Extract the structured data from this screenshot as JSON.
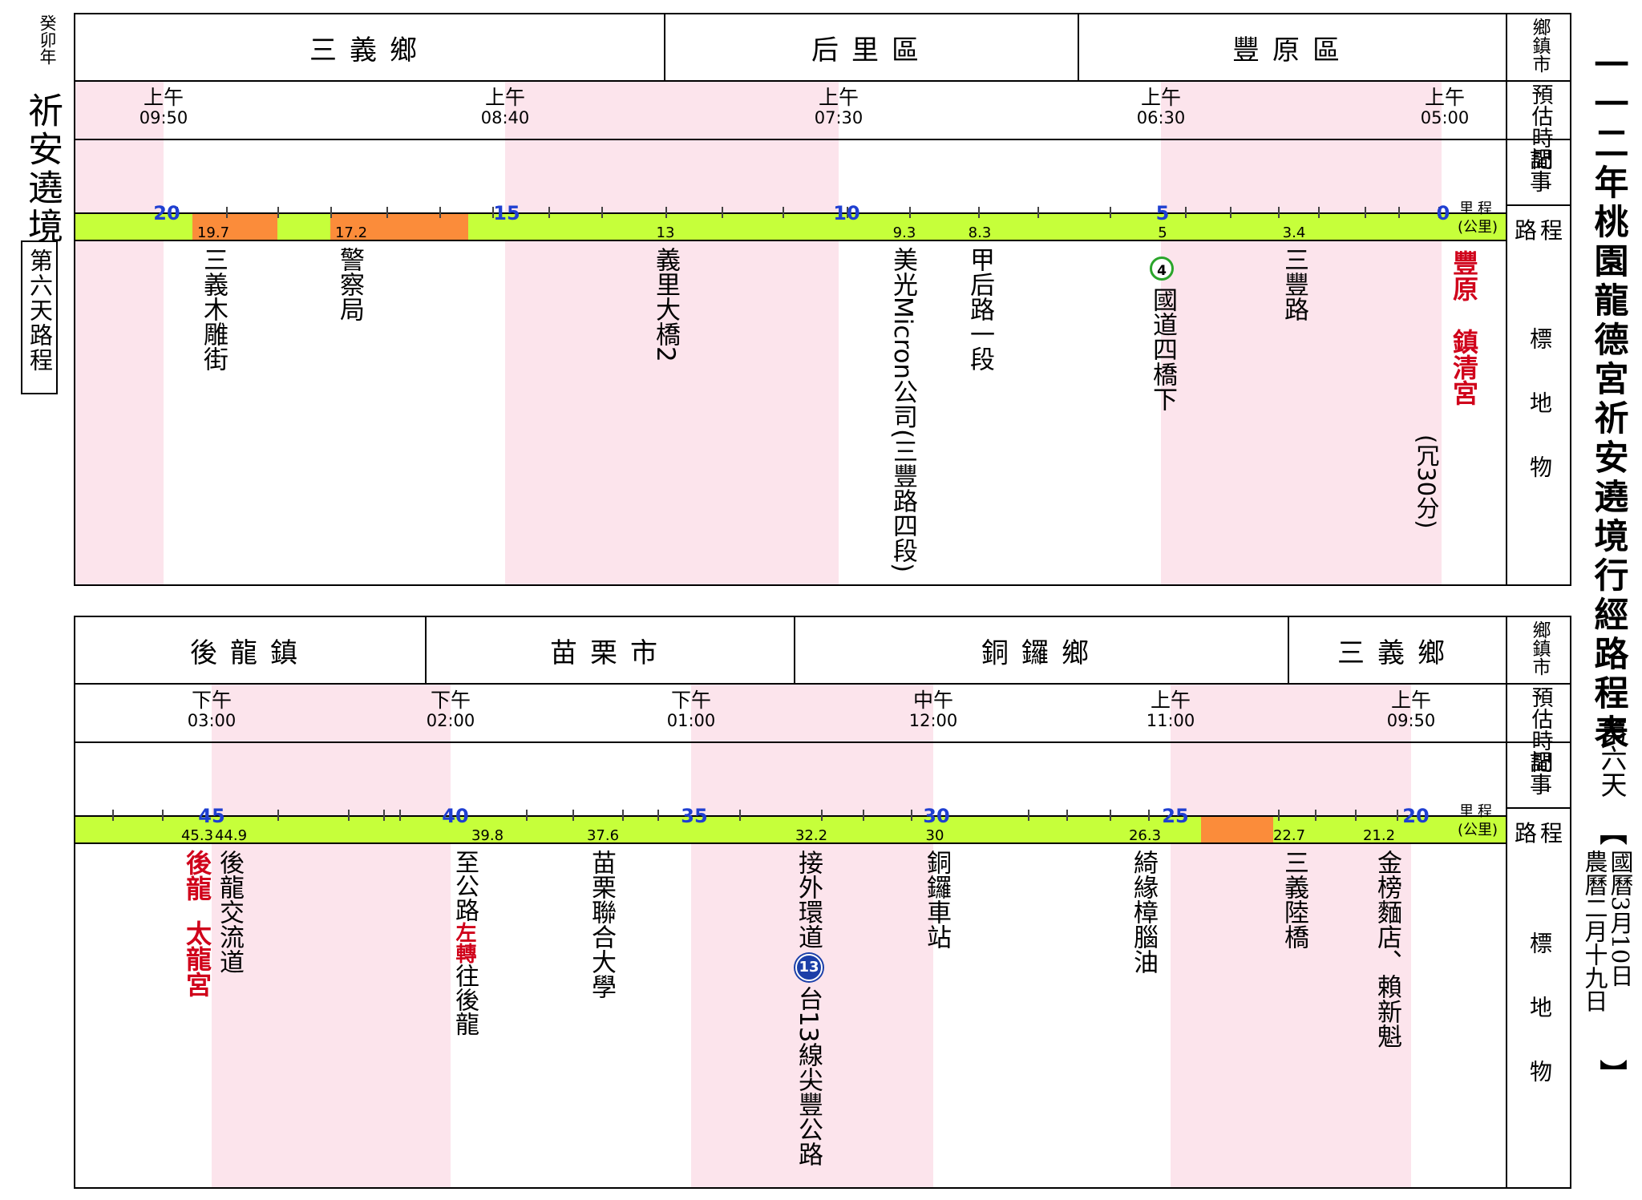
{
  "side_left": {
    "year": "癸卯年",
    "title": "祈安遶境",
    "box": "第六天路程"
  },
  "side_right": {
    "title": "一一二年桃園龍德宮祈安遶境行經路程表",
    "day": "第六天",
    "bracket_open": "【",
    "date_left": "國曆3月10日",
    "date_right": "農曆二月十九日",
    "bracket_close": "】"
  },
  "row_labels": {
    "township": "鄉鎮市",
    "time": "預估時間",
    "notes": "記事",
    "route": "路程",
    "km_label_1": "里程",
    "km_label_2": "(公里)",
    "landmark": "標地物"
  },
  "panel1": {
    "townships": [
      "三義鄉",
      "后里區",
      "豐原區"
    ],
    "times": [
      {
        "ap": "上午",
        "hm": "09:50"
      },
      {
        "ap": "上午",
        "hm": "08:40"
      },
      {
        "ap": "上午",
        "hm": "07:30"
      },
      {
        "ap": "上午",
        "hm": "06:30"
      },
      {
        "ap": "上午",
        "hm": "05:00"
      }
    ],
    "km_major": [
      "20",
      "15",
      "10",
      "5",
      "0"
    ],
    "km_minor": [
      "19.7",
      "17.2",
      "13",
      "9.3",
      "8.3",
      "5",
      "3.4"
    ],
    "landmarks": {
      "l1": "三義木雕街",
      "l2": "警察局",
      "l3": "義里大橋2",
      "l4": "美光Micron公司(三豐路四段)",
      "l5": "甲后路一段",
      "l6_badge": "4",
      "l6": "國道四橋下",
      "l7": "三豐路",
      "l8a": "豐原",
      "l8b": "鎮清宮",
      "l8c": "(冗30分)"
    }
  },
  "panel2": {
    "townships": [
      "後龍鎮",
      "苗栗市",
      "銅鑼鄉",
      "三義鄉"
    ],
    "times": [
      {
        "ap": "下午",
        "hm": "03:00"
      },
      {
        "ap": "下午",
        "hm": "02:00"
      },
      {
        "ap": "下午",
        "hm": "01:00"
      },
      {
        "ap": "中午",
        "hm": "12:00"
      },
      {
        "ap": "上午",
        "hm": "11:00"
      },
      {
        "ap": "上午",
        "hm": "09:50"
      }
    ],
    "km_major": [
      "45",
      "40",
      "35",
      "30",
      "25",
      "20"
    ],
    "km_minor": [
      "45.3",
      "44.9",
      "39.8",
      "37.6",
      "32.2",
      "30",
      "26.3",
      "22.7",
      "21.2"
    ],
    "landmarks": {
      "l1a": "後龍",
      "l1b": "太龍宮",
      "l2": "後龍交流道",
      "l3a": "至公路",
      "l3b": "左轉",
      "l3c": "往後龍",
      "l4": "苗栗聯合大學",
      "l5a": "接外環道",
      "l5_badge": "13",
      "l5b": "台13線尖豐公路",
      "l6": "銅鑼車站",
      "l7": "綺緣樟腦油",
      "l8": "三義陸橋",
      "l9": "金榜麵店、賴新魁"
    }
  },
  "colors": {
    "road": "#c6ff3a",
    "segment": "#fb8c3a",
    "shade": "#fce4ec",
    "km_major": "#1f3fd1",
    "temple": "#d0021b"
  }
}
